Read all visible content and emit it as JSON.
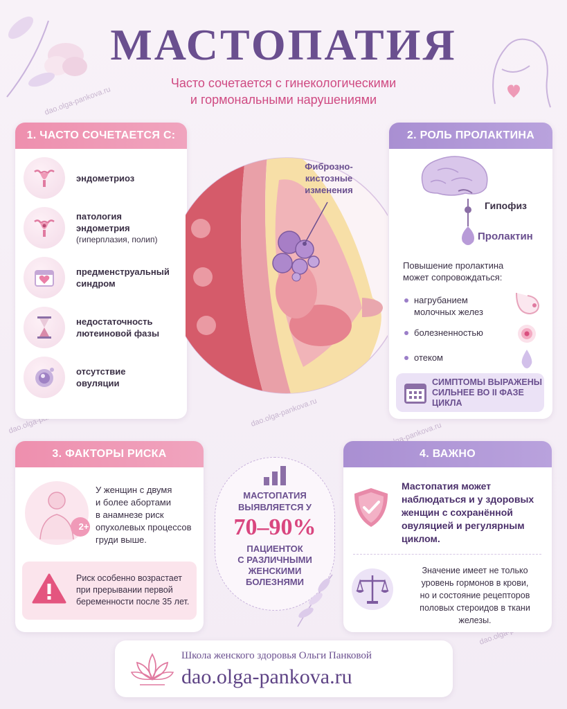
{
  "header": {
    "title": "МАСТОПАТИЯ",
    "subtitle_line1": "Часто сочетается с гинекологическими",
    "subtitle_line2": "и гормональными нарушениями"
  },
  "watermark": "dao.olga-pankova.ru",
  "section1": {
    "heading": "1. ЧАСТО СОЧЕТАЕТСЯ С:",
    "items": [
      {
        "icon": "uterus-icon",
        "line1": "эндометриоз",
        "line2": "",
        "line3": ""
      },
      {
        "icon": "uterus-icon",
        "line1": "патология",
        "line2": "эндометрия",
        "line3": "(гиперплазия, полип)"
      },
      {
        "icon": "calendar-heart-icon",
        "line1": "предменструальный",
        "line2": "синдром",
        "line3": ""
      },
      {
        "icon": "hourglass-icon",
        "line1": "недостаточность",
        "line2": "лютеиновой фазы",
        "line3": ""
      },
      {
        "icon": "ovum-icon",
        "line1": "отсутствие",
        "line2": "овуляции",
        "line3": ""
      }
    ]
  },
  "center_image": {
    "label_line1": "Фиброзно-",
    "label_line2": "кистозные",
    "label_line3": "изменения"
  },
  "section2": {
    "heading": "2. РОЛЬ ПРОЛАКТИНА",
    "pituitary_label": "Гипофиз",
    "prolactin_label": "Пролактин",
    "intro_line1": "Повышение пролактина",
    "intro_line2": "может сопровождаться:",
    "bullets": [
      {
        "line1": "нагрубанием",
        "line2": "молочных желез"
      },
      {
        "line1": "болезненностью",
        "line2": ""
      },
      {
        "line1": "отеком",
        "line2": ""
      }
    ],
    "note_line1": "СИМПТОМЫ ВЫРАЖЕНЫ",
    "note_line2": "СИЛЬНЕЕ ВО II ФАЗЕ",
    "note_line3": "ЦИКЛА"
  },
  "section3": {
    "heading": "3. ФАКТОРЫ РИСКА",
    "badge": "2+",
    "text_line1": "У женщин с двумя",
    "text_line2": "и более абортами",
    "text_line3": "в анамнезе риск",
    "text_line4": "опухолевых процессов",
    "text_line5": "груди выше.",
    "warn_line1": "Риск особенно возрастает",
    "warn_line2": "при прерывании первой",
    "warn_line3": "беременности после 35 лет."
  },
  "stat": {
    "line1": "МАСТОПАТИЯ",
    "line2": "ВЫЯВЛЯЕТСЯ У",
    "value": "70–90%",
    "line3": "ПАЦИЕНТОК",
    "line4": "С РАЗЛИЧНЫМИ",
    "line5": "ЖЕНСКИМИ",
    "line6": "БОЛЕЗНЯМИ"
  },
  "section4": {
    "heading": "4. ВАЖНО",
    "main_line1": "Мастопатия может",
    "main_line2": "наблюдаться и у здоровых",
    "main_line3": "женщин с сохранённой",
    "main_line4": "овуляцией и регулярным",
    "main_line5": "циклом.",
    "sub_line1": "Значение имеет не только",
    "sub_line2": "уровень гормонов в крови,",
    "sub_line3": "но и состояние рецепторов",
    "sub_line4": "половых стероидов в ткани",
    "sub_line5": "железы."
  },
  "footer": {
    "school": "Школа женского здоровья Ольги Панковой",
    "site": "dao.olga-pankova.ru"
  },
  "colors": {
    "title": "#6a4f8f",
    "pink_accent": "#cf4a82",
    "pink_head": "#ee8fae",
    "violet_head": "#a98fd2"
  }
}
